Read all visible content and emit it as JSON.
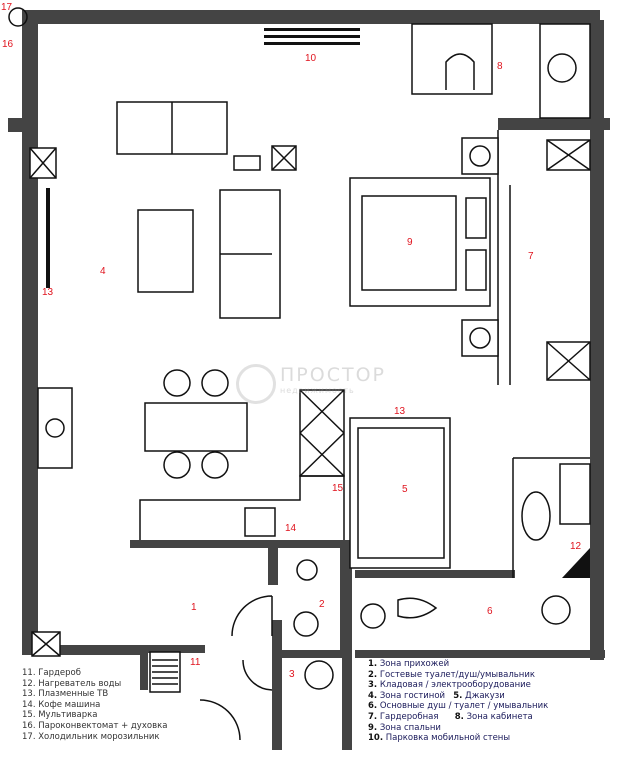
{
  "plan": {
    "zone_labels": [
      "1",
      "2",
      "3",
      "4",
      "5",
      "6",
      "7",
      "8",
      "9",
      "10",
      "11",
      "12",
      "13",
      "13",
      "14",
      "15",
      "16",
      "17"
    ]
  },
  "watermark": {
    "title": "ПРОСТОР",
    "subtitle": "недвижимость"
  },
  "legend_left": [
    "11. Гардероб",
    "12. Нагреватель воды",
    "13. Плазменные ТВ",
    "14. Кофе машина",
    "15. Мультиварка",
    "16. Пароконвектомат + духовка",
    "17. Холодильник морозильник"
  ],
  "legend_right": [
    {
      "num": "1.",
      "text": "Зона прихожей"
    },
    {
      "num": "2.",
      "text": "Гостевые туалет/душ/умывальник"
    },
    {
      "num": "3.",
      "text": "Кладовая / электрооборудование"
    },
    {
      "num": "4.",
      "text": "Зона гостиной",
      "num2": "5.",
      "text2": "Джакузи"
    },
    {
      "num": "6.",
      "text": "Основные душ / туалет / умывальник"
    },
    {
      "num": "7.",
      "text": "Гардеробная",
      "num2": "8.",
      "text2": "Зона кабинета"
    },
    {
      "num": "9.",
      "text": "Зона спальни"
    },
    {
      "num": "10.",
      "text": "Парковка мобильной стены"
    }
  ],
  "colors": {
    "label": "#e0141e",
    "wall": "#444444"
  }
}
